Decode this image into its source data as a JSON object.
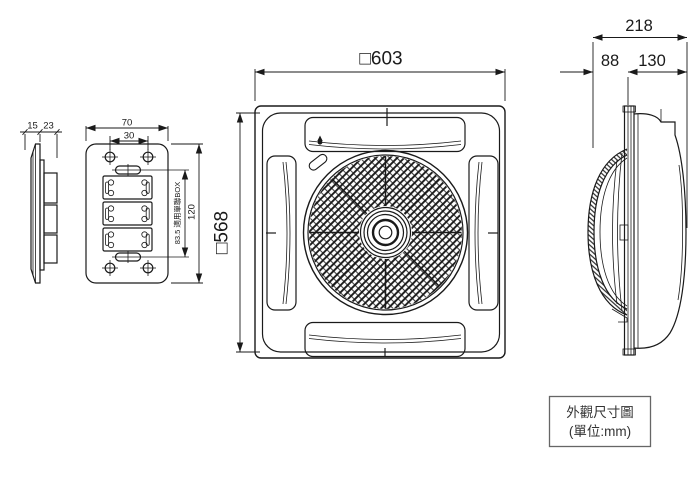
{
  "drawing": {
    "type": "technical-dimension-drawing",
    "line_color": "#1a1a1a",
    "background": "#ffffff",
    "dimensions": {
      "panel_width": "□603",
      "panel_height": "□568",
      "depth_total": "218",
      "depth_front": "88",
      "depth_body": "130",
      "switch_plate_width": "70",
      "switch_hole_pitch": "30",
      "switch_plate_height": "120",
      "switch_box_note": "83.5 適用單聯BOX",
      "switch_depth_plate": "15",
      "switch_depth_body": "23"
    },
    "caption_box": {
      "line1": "外觀尺寸圖",
      "line2": "(單位:mm)"
    }
  }
}
